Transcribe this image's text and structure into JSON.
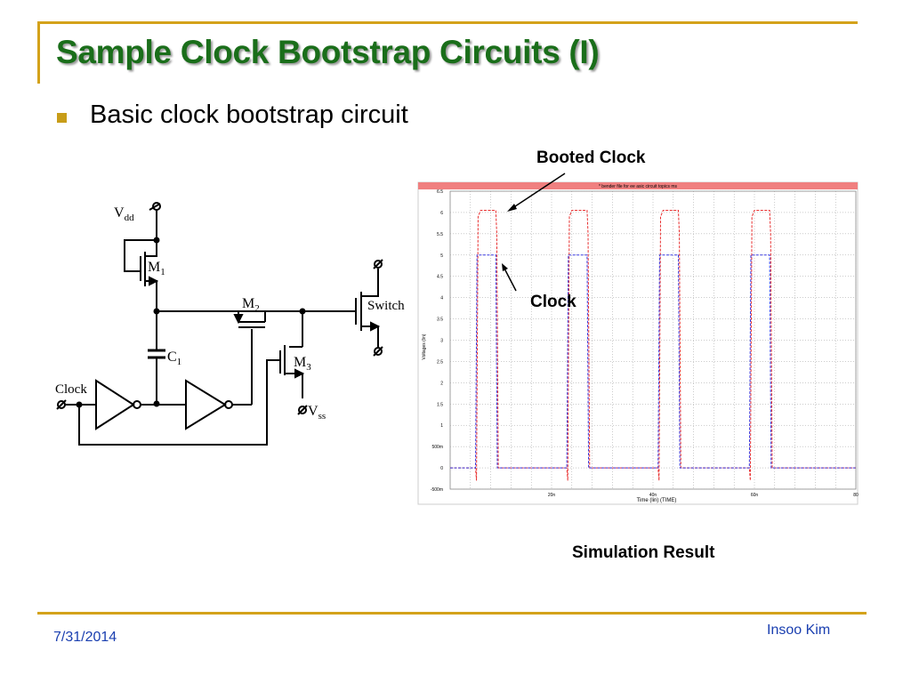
{
  "slide": {
    "title": "Sample Clock Bootstrap Circuits (I)",
    "bullet": "Basic clock bootstrap circuit",
    "footer_date": "7/31/2014",
    "footer_author": "Insoo Kim"
  },
  "circuit": {
    "vdd_main": "V",
    "vdd_sub": "dd",
    "m1_main": "M",
    "m1_sub": "1",
    "m2_main": "M",
    "m2_sub": "2",
    "m3_main": "M",
    "m3_sub": "3",
    "c1_main": "C",
    "c1_sub": "1",
    "vss_main": "V",
    "vss_sub": "ss",
    "clock": "Clock",
    "switch": "Switch"
  },
  "simulation": {
    "booted_label": "Booted Clock",
    "clock_label": "Clock",
    "caption": "Simulation Result",
    "plot_title": "* bender file for ee asic circuit topics ms",
    "ylabel": "Voltages (lin)",
    "xlabel": "Time (lin) (TIME)",
    "colors": {
      "booted": "#e83030",
      "clock": "#3a3ae0",
      "header": "#f08080"
    }
  },
  "chart_data": {
    "type": "line",
    "xlabel": "Time (lin) (TIME)",
    "ylabel": "Voltages (lin)",
    "xlim": [
      0,
      80
    ],
    "ylim": [
      -0.5,
      6.5
    ],
    "x_ticks": [
      "20n",
      "40n",
      "60n",
      "80"
    ],
    "y_ticks": [
      "6.5",
      "6",
      "5.5",
      "5",
      "4.5",
      "4",
      "3.5",
      "3",
      "2.5",
      "2",
      "1.5",
      "1",
      "500m",
      "0",
      "-500m"
    ],
    "series": [
      {
        "x": [
          0,
          5,
          5.2,
          5.5,
          6,
          9,
          9.2,
          9.5,
          23,
          23.2,
          23.5,
          24,
          27,
          27.2,
          27.5,
          41,
          41.2,
          41.5,
          42,
          45,
          45.2,
          45.5,
          59,
          59.2,
          59.5,
          60,
          63,
          63.2,
          63.5,
          80
        ],
        "y": [
          0,
          0,
          -0.3,
          5.9,
          6.05,
          6.05,
          5.5,
          0,
          0,
          -0.3,
          5.9,
          6.05,
          6.05,
          5.5,
          0,
          0,
          -0.3,
          5.9,
          6.05,
          6.05,
          5.5,
          0,
          0,
          -0.3,
          5.9,
          6.05,
          6.05,
          5.5,
          0,
          0
        ]
      },
      {
        "x": [
          0,
          5,
          5.3,
          9,
          9.3,
          23,
          23.3,
          27,
          27.3,
          41,
          41.3,
          45,
          45.3,
          59,
          59.3,
          63,
          63.3,
          80
        ],
        "y": [
          0,
          0,
          5,
          5,
          0,
          0,
          5,
          5,
          0,
          0,
          5,
          5,
          0,
          0,
          5,
          5,
          0,
          0
        ]
      }
    ]
  }
}
